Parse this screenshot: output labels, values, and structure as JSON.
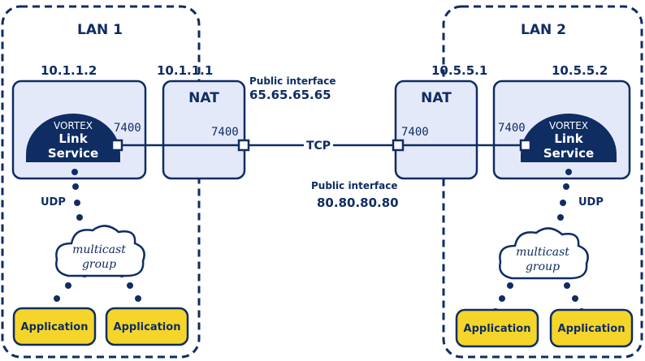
{
  "colors": {
    "navy": "#0f2d63",
    "box_fill": "#e4e9fa",
    "app_fill": "#f5d52a",
    "cloud_fill": "#ffffff"
  },
  "lan1": {
    "title": "LAN 1",
    "host_ip": "10.1.1.2",
    "nat_ip": "10.1.1.1",
    "nat_label": "NAT",
    "service": {
      "brand": "VORTEX",
      "line1": "Link",
      "line2": "Service"
    },
    "service_port": "7400",
    "nat_port": "7400",
    "udp_label": "UDP",
    "cloud": {
      "line1": "multicast",
      "line2": "group"
    },
    "apps": [
      "Application",
      "Application"
    ]
  },
  "lan2": {
    "title": "LAN 2",
    "host_ip": "10.5.5.2",
    "nat_ip": "10.5.5.1",
    "nat_label": "NAT",
    "service": {
      "brand": "VORTEX",
      "line1": "Link",
      "line2": "Service"
    },
    "service_port": "7400",
    "nat_port": "7400",
    "udp_label": "UDP",
    "cloud": {
      "line1": "multicast",
      "line2": "group"
    },
    "apps": [
      "Application",
      "Application"
    ]
  },
  "public1": {
    "label": "Public interface",
    "ip": "65.65.65.65"
  },
  "public2": {
    "label": "Public interface",
    "ip": "80.80.80.80"
  },
  "link_label": "TCP"
}
